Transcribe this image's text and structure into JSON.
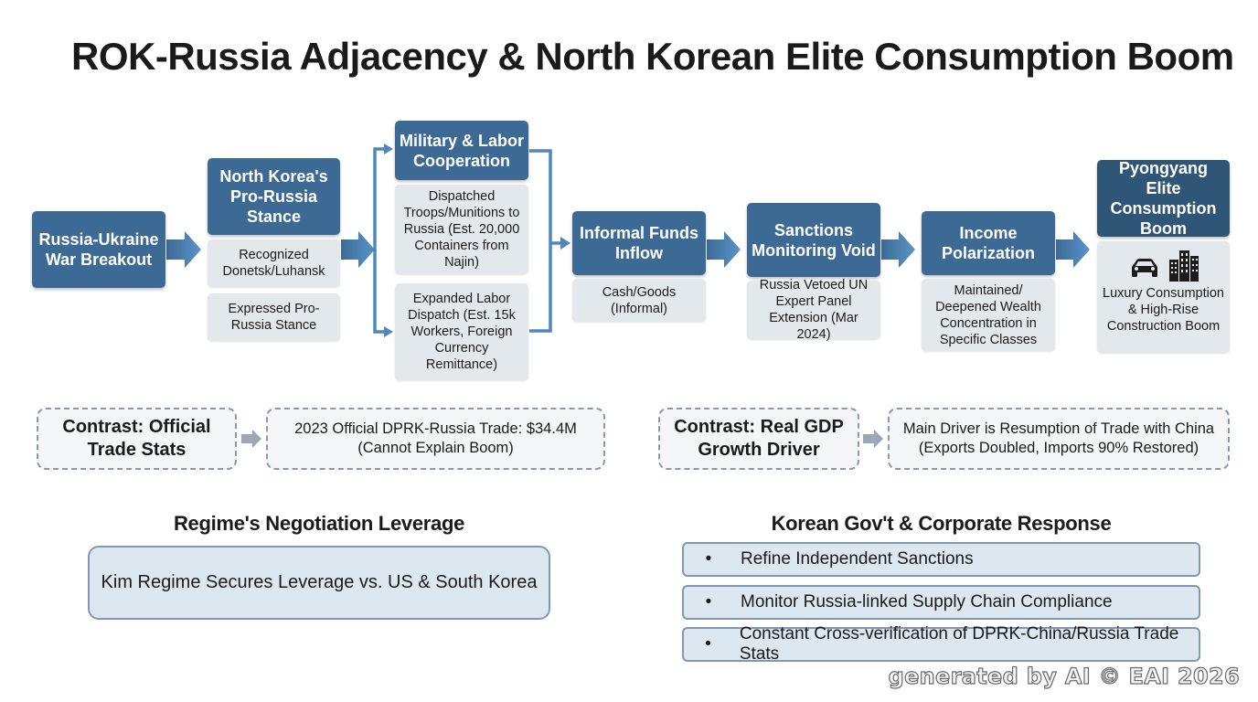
{
  "title": "ROK-Russia Adjacency & North Korean Elite Consumption Boom",
  "flow": {
    "war": "Russia-Ukraine War Breakout",
    "stance": {
      "header": "North Korea's Pro-Russia Stance",
      "items": [
        "Recognized Donetsk/Luhansk",
        "Expressed Pro-Russia Stance"
      ]
    },
    "military": {
      "header": "Military & Labor Cooperation",
      "items": [
        "Dispatched Troops/Munitions to Russia (Est. 20,000 Containers from Najin)",
        "Expanded Labor Dispatch (Est. 15k Workers, Foreign Currency Remittance)"
      ]
    },
    "funds": {
      "header": "Informal Funds Inflow",
      "item": "Cash/Goods (Informal)"
    },
    "sanctions": {
      "header": "Sanctions Monitoring Void",
      "item": "Russia Vetoed UN Expert Panel Extension (Mar 2024)"
    },
    "income": {
      "header": "Income Polarization",
      "item": "Maintained/ Deepened Wealth Concentration in Specific Classes"
    },
    "elite": {
      "header": "Pyongyang Elite Consumption Boom",
      "item": "Luxury Consumption & High-Rise Construction Boom",
      "icons": [
        "car-icon",
        "buildings-icon"
      ]
    }
  },
  "contrast_trade": {
    "label": "Contrast: Official Trade Stats",
    "detail": "2023 Official DPRK-Russia Trade: $34.4M (Cannot Explain Boom)"
  },
  "contrast_gdp": {
    "label": "Contrast: Real GDP Growth Driver",
    "detail": "Main Driver is Resumption of Trade with China (Exports Doubled, Imports 90% Restored)"
  },
  "leverage": {
    "heading": "Regime's Negotiation Leverage",
    "text": "Kim Regime Secures Leverage vs. US & South Korea"
  },
  "response": {
    "heading": "Korean Gov't & Corporate Response",
    "bullet": "•",
    "items": [
      "Refine Independent Sanctions",
      "Monitor Russia-linked Supply Chain Compliance",
      "Constant Cross-verification of DPRK-China/Russia Trade Stats"
    ]
  },
  "watermark": "generated by AI © EAI 2026",
  "colors": {
    "header": "#3d6a94",
    "arrow": "#4f87bd",
    "sub": "#e3e8ed",
    "response_bg": "#dce7f0"
  }
}
